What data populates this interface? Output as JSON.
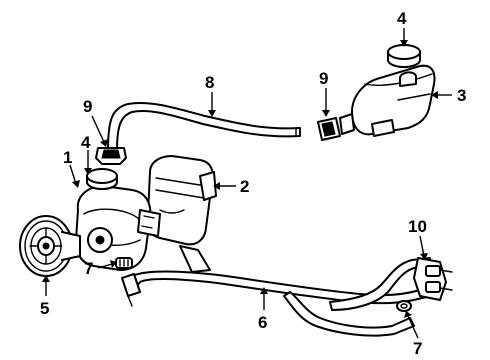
{
  "callouts": {
    "c1": "1",
    "c2": "2",
    "c3": "3",
    "c4a": "4",
    "c4b": "4",
    "c5": "5",
    "c6": "6",
    "c7a": "7",
    "c7b": "7",
    "c8": "8",
    "c9a": "9",
    "c9b": "9",
    "c10": "10"
  }
}
